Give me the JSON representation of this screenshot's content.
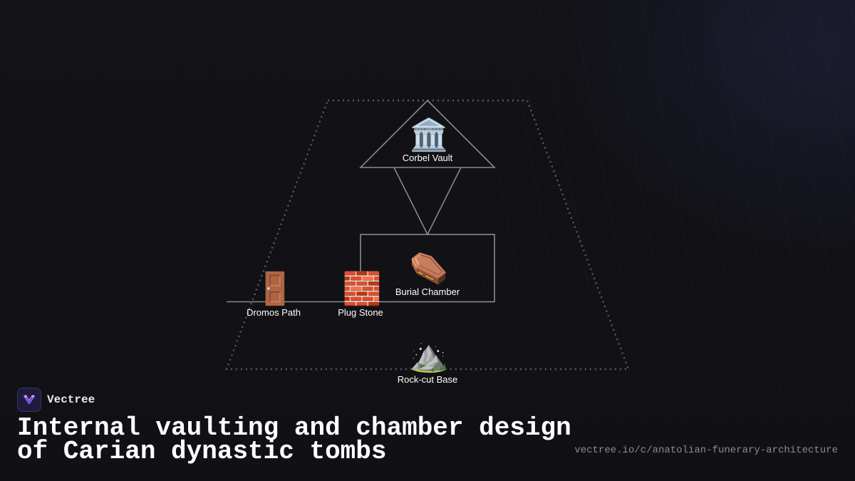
{
  "diagram": {
    "nodes": {
      "vault": {
        "label": "Corbel Vault",
        "icon": "classical-building-icon",
        "glyph": "🏛️"
      },
      "chamber": {
        "label": "Burial Chamber",
        "icon": "coffin-icon",
        "glyph": "⚰️"
      },
      "dromos": {
        "label": "Dromos Path",
        "icon": "door-icon",
        "glyph": "🚪"
      },
      "plug": {
        "label": "Plug Stone",
        "icon": "brick-icon",
        "glyph": "🧱"
      },
      "base": {
        "label": "Rock-cut Base",
        "icon": "mountain-icon",
        "glyph": "⛰️"
      }
    },
    "colors": {
      "line": "#8a8a8e",
      "dotted": "#5a5a60",
      "text": "#ffffff"
    }
  },
  "brand": {
    "name": "Vectree",
    "logo_icon": "vectree-logo-icon",
    "accent": "#8a5cf6"
  },
  "title": "Internal vaulting and chamber design of Carian dynastic tombs",
  "url": "vectree.io/c/anatolian-funerary-architecture"
}
